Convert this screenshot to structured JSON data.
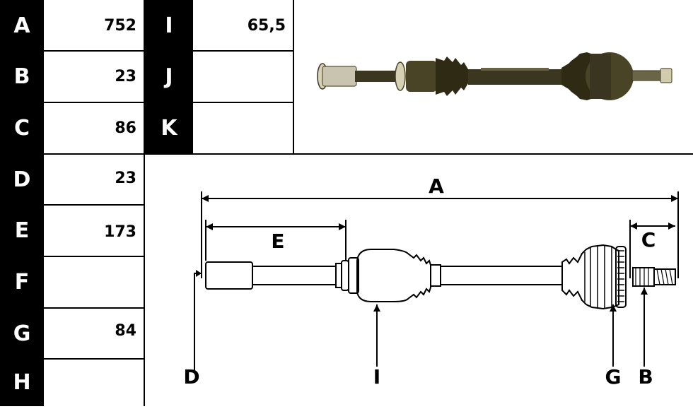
{
  "table_left": [
    {
      "letter": "A",
      "value": "752"
    },
    {
      "letter": "B",
      "value": "23"
    },
    {
      "letter": "C",
      "value": "86"
    },
    {
      "letter": "D",
      "value": "23"
    },
    {
      "letter": "E",
      "value": "173"
    },
    {
      "letter": "F",
      "value": ""
    },
    {
      "letter": "G",
      "value": "84"
    },
    {
      "letter": "H",
      "value": ""
    }
  ],
  "table_right": [
    {
      "letter": "I",
      "value": "65,5"
    },
    {
      "letter": "J",
      "value": ""
    },
    {
      "letter": "K",
      "value": ""
    }
  ],
  "diagram_labels": {
    "A": "A",
    "E": "E",
    "C": "C",
    "D": "D",
    "I": "I",
    "G": "G",
    "B": "B"
  },
  "colors": {
    "cell_dark": "#000000",
    "part_body": "#4a4426",
    "boot": "#2e2a14",
    "metal": "#c9c4b0"
  }
}
